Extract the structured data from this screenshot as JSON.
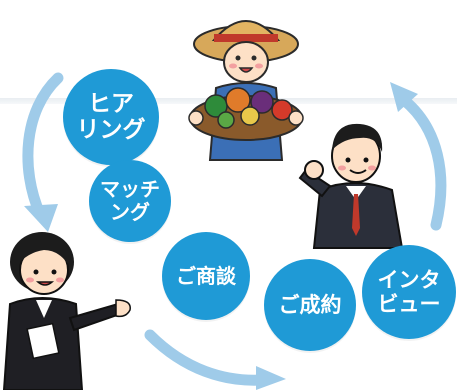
{
  "steps": [
    {
      "label": "ヒア\nリング"
    },
    {
      "label": "マッチ\nング"
    },
    {
      "label": "ご商談"
    },
    {
      "label": "ご成約"
    },
    {
      "label": "インタ\nビュー"
    }
  ],
  "colors": {
    "step_fill": "#1f9ad6",
    "arrow": "#9fcbe9",
    "step_text": "#ffffff"
  },
  "figures": [
    {
      "icon": "farmer-with-vegetables-icon"
    },
    {
      "icon": "businessman-icon"
    },
    {
      "icon": "businesswoman-presenting-icon"
    }
  ]
}
